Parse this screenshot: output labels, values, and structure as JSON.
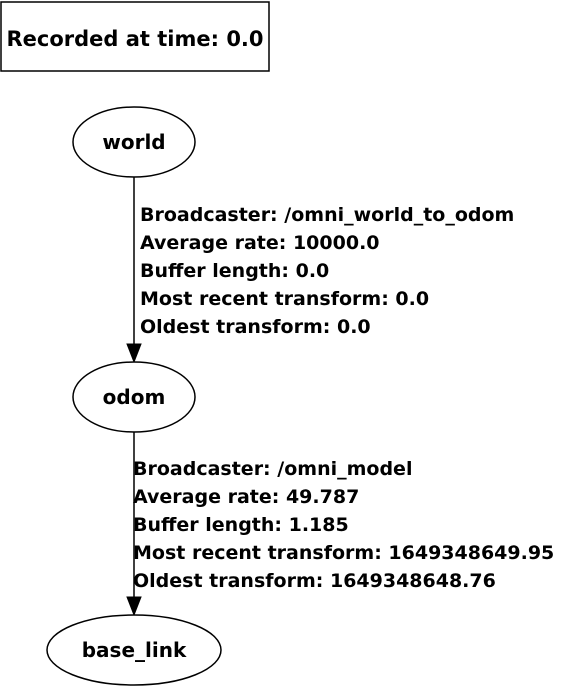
{
  "recorded_at": "Recorded at time: 0.0",
  "nodes": {
    "world": "world",
    "odom": "odom",
    "base_link": "base_link"
  },
  "edges": {
    "world_to_odom": {
      "broadcaster": "Broadcaster: /omni_world_to_odom",
      "average_rate": "Average rate: 10000.0",
      "buffer_length": "Buffer length: 0.0",
      "most_recent": "Most recent transform: 0.0",
      "oldest": "Oldest transform: 0.0"
    },
    "odom_to_base_link": {
      "broadcaster": "Broadcaster: /omni_model",
      "average_rate": "Average rate: 49.787",
      "buffer_length": "Buffer length: 1.185",
      "most_recent": "Most recent transform: 1649348649.95",
      "oldest": "Oldest transform: 1649348648.76"
    }
  }
}
